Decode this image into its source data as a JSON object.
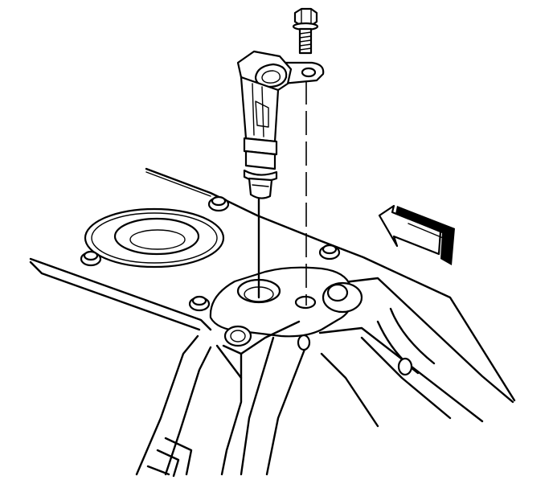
{
  "figure": {
    "kind": "exploded-view line illustration",
    "components": [
      "bolt",
      "sensor",
      "sensor-bracket",
      "mounting-bore",
      "engine-block",
      "seal-ring",
      "block-bolts",
      "direction-arrow"
    ],
    "colors": {
      "ink": "#000000",
      "paper": "#ffffff"
    },
    "icons": {
      "direction": "arrow-up-left-icon"
    }
  }
}
